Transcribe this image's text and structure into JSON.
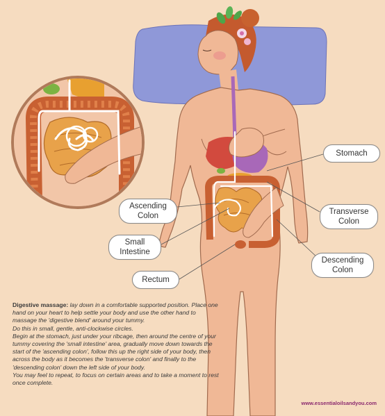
{
  "labels": {
    "stomach": "Stomach",
    "ascending_colon": [
      "Ascending",
      "Colon"
    ],
    "transverse_colon": [
      "Transverse",
      "Colon"
    ],
    "small_intestine": [
      "Small",
      "Intestine"
    ],
    "descending_colon": [
      "Descending",
      "Colon"
    ],
    "rectum": "Rectum"
  },
  "description": {
    "heading": "Digestive massage:",
    "intro": " lay down in a comfortable supported position. Place one hand on your heart to help settle your body and use the other hand to massage the 'digestive blend' around your tummy.",
    "lines": [
      "Do this in small, gentle, anti-clockwise circles.",
      "Begin at the stomach, just under your ribcage, then around the centre of your tummy covering the 'small intestine' area, gradually move down towards the start of the 'ascending colon', follow this up the right side of your body, then across the body as it becomes the 'transverse colon' and finally to the 'descending colon' down the left side of your body.",
      "You may feel to repeat, to focus on certain areas and to take a moment to rest once complete."
    ]
  },
  "website": "www.essentialoilsandyou.com",
  "colors": {
    "background": "#f6dcc0",
    "skin": "#f0b896",
    "pillow": "#8f98d8",
    "hair": "#c45a2e",
    "stomach": "#a868b8",
    "liver": "#d24a3e",
    "intestine": "#e8a24a",
    "colon": "#c86032",
    "website": "#8b2a6e"
  }
}
